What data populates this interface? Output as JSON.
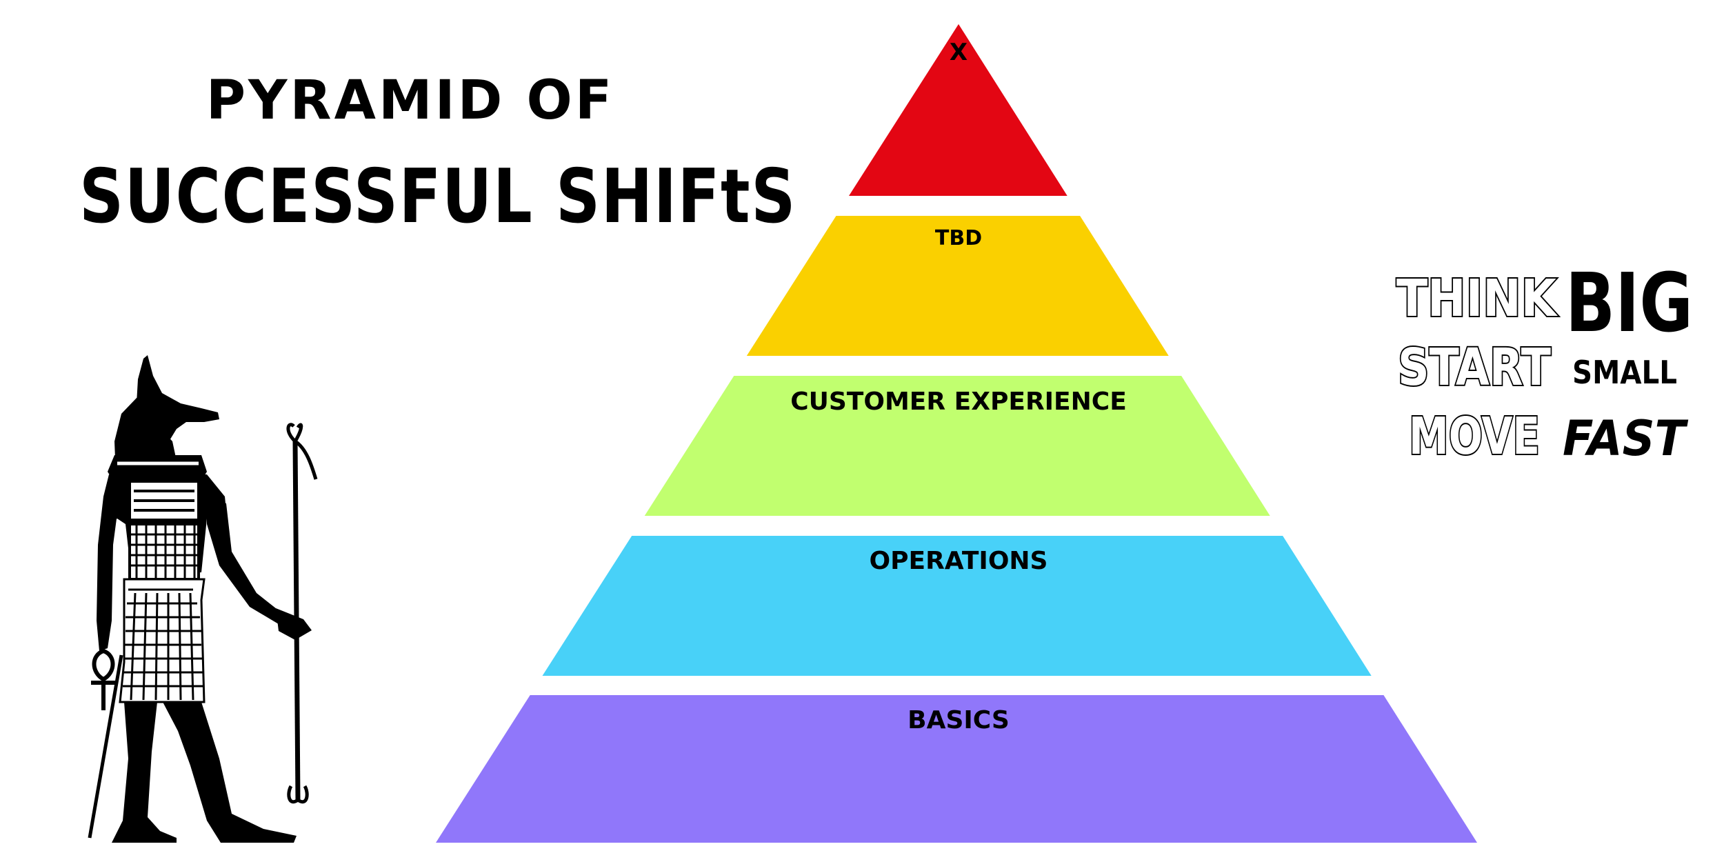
{
  "title": {
    "line1": "PYRAMID OF",
    "line2": "SUCCESSFUL SHIFtS"
  },
  "pyramid": {
    "tiers": [
      {
        "label": "X",
        "color": "#E30613"
      },
      {
        "label": "TBD",
        "color": "#FAD000"
      },
      {
        "label": "CUSTOMER EXPERIENCE",
        "color": "#C1FF6F"
      },
      {
        "label": "OPERATIONS",
        "color": "#48D1F8"
      },
      {
        "label": "BASICS",
        "color": "#9077FA"
      }
    ]
  },
  "motto": [
    {
      "outline": "THINK",
      "solid": "BIG"
    },
    {
      "outline": "START",
      "solid": "SMALL"
    },
    {
      "outline": "MOVE",
      "solid": "FAST"
    }
  ],
  "figure": {
    "name": "anubis-figure-icon",
    "color": "#000000"
  }
}
